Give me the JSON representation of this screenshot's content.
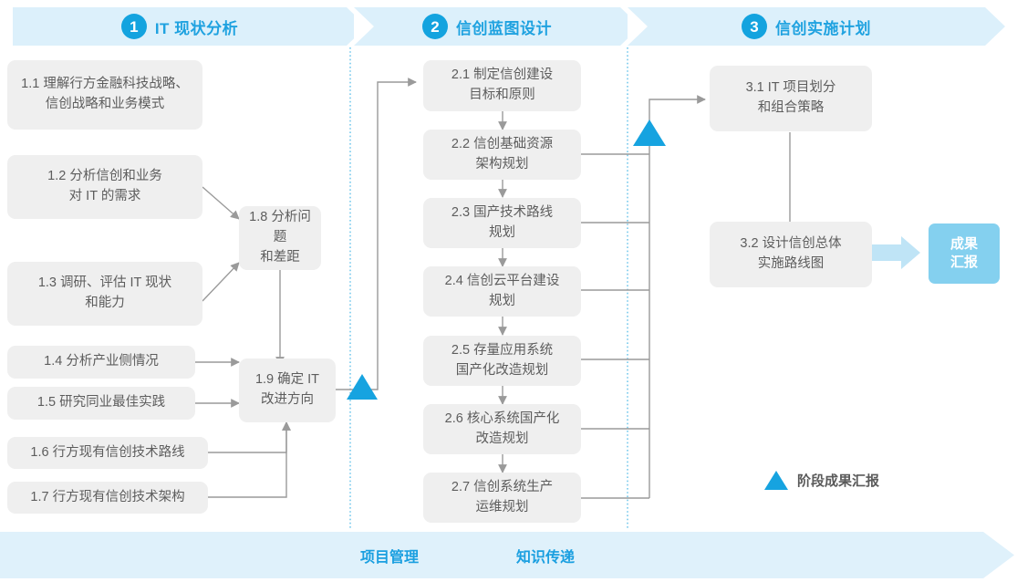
{
  "diagram": {
    "title_phases": [
      {
        "num": "1",
        "label": "IT 现状分析"
      },
      {
        "num": "2",
        "label": "信创蓝图设计"
      },
      {
        "num": "3",
        "label": "信创实施计划"
      }
    ],
    "phase1_tasks": [
      {
        "id": "1.1",
        "text": "1.1 理解行方金融科技战略、\n信创战略和业务模式"
      },
      {
        "id": "1.2",
        "text": "1.2 分析信创和业务\n对 IT 的需求"
      },
      {
        "id": "1.3",
        "text": "1.3 调研、评估 IT 现状\n和能力"
      },
      {
        "id": "1.4",
        "text": "1.4 分析产业侧情况"
      },
      {
        "id": "1.5",
        "text": "1.5 研究同业最佳实践"
      },
      {
        "id": "1.6",
        "text": "1.6 行方现有信创技术路线"
      },
      {
        "id": "1.7",
        "text": "1.7 行方现有信创技术架构"
      },
      {
        "id": "1.8",
        "text": "1.8 分析问题\n和差距"
      },
      {
        "id": "1.9",
        "text": "1.9 确定 IT\n改进方向"
      }
    ],
    "phase2_tasks": [
      {
        "id": "2.1",
        "text": "2.1 制定信创建设\n目标和原则"
      },
      {
        "id": "2.2",
        "text": "2.2 信创基础资源\n架构规划"
      },
      {
        "id": "2.3",
        "text": "2.3 国产技术路线\n规划"
      },
      {
        "id": "2.4",
        "text": "2.4 信创云平台建设\n规划"
      },
      {
        "id": "2.5",
        "text": "2.5 存量应用系统\n国产化改造规划"
      },
      {
        "id": "2.6",
        "text": "2.6 核心系统国产化\n改造规划"
      },
      {
        "id": "2.7",
        "text": "2.7 信创系统生产\n运维规划"
      }
    ],
    "phase3_tasks": [
      {
        "id": "3.1",
        "text": "3.1 IT 项目划分\n和组合策略"
      },
      {
        "id": "3.2",
        "text": "3.2 设计信创总体\n实施路线图"
      }
    ],
    "result_chip": "成果\n汇报",
    "legend": {
      "label": "阶段成果汇报"
    },
    "footer": {
      "labels": [
        "项目管理",
        "知识传递"
      ]
    },
    "colors": {
      "accent": "#1FA2E0",
      "band": "#dcf0fb",
      "box": "#efefef",
      "chip": "#84D0EF",
      "marker": "#16A3E0"
    }
  }
}
